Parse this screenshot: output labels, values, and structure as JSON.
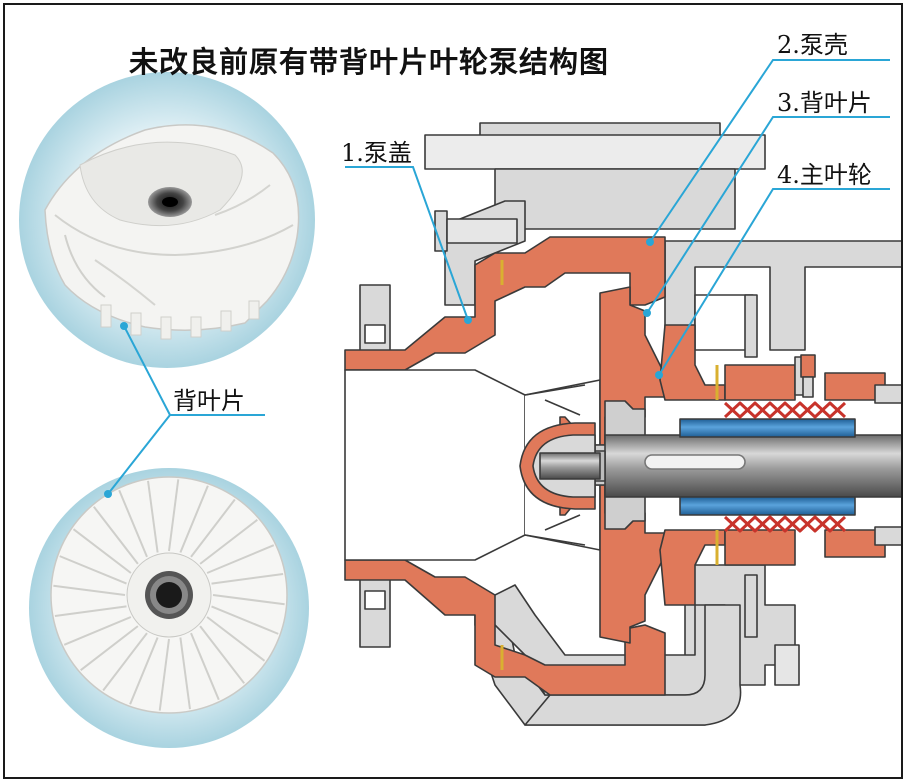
{
  "title": "未改良前原有带背叶片叶轮泵结构图",
  "labels": {
    "pump_cover": "1.泵盖",
    "pump_casing": "2.泵壳",
    "back_vane": "3.背叶片",
    "main_impeller": "4.主叶轮",
    "photo_callout": "背叶片"
  },
  "colors": {
    "liner": "#e0795a",
    "metal": "#d9d9d9",
    "outline": "#3a3a3a",
    "shaft_sleeve": "#3f86c4",
    "seal": "#c8332b",
    "leader": "#2aa6d6",
    "photo_bg": "#bfe0ea"
  }
}
